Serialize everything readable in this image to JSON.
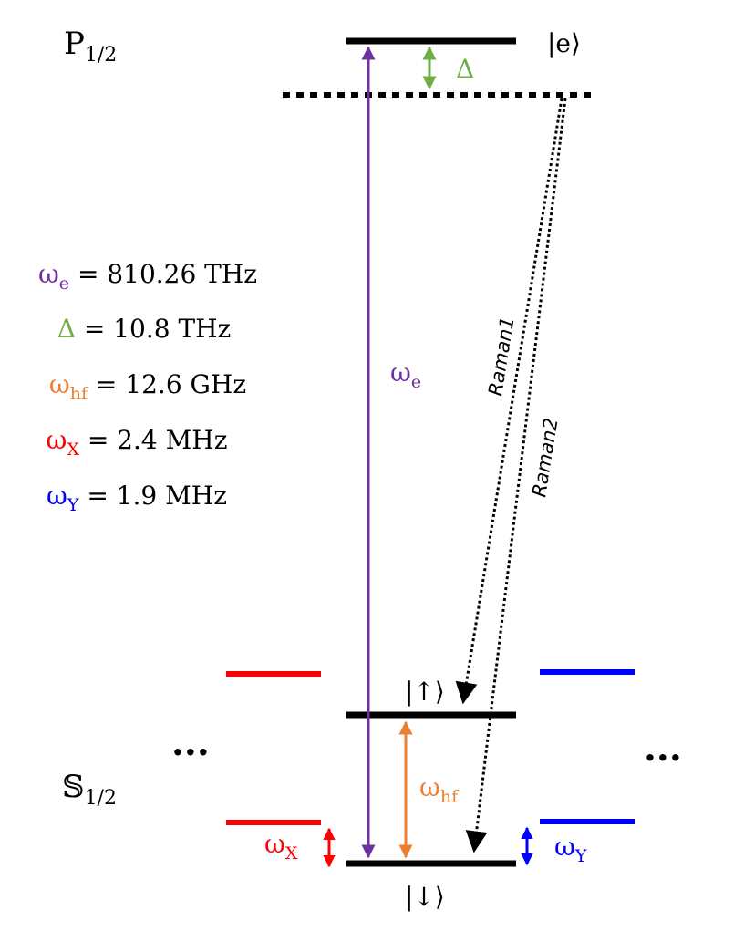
{
  "levels": {
    "p_label_main": "P",
    "p_label_sub": "1/2",
    "s_label_main": "𝕊",
    "s_label_sub": "1/2",
    "excited_ket": "|e⟩",
    "up_ket": "|↑⟩",
    "down_ket": "|↓⟩",
    "ellipsis": "..."
  },
  "transitions": {
    "omega_e_symbol": "ω",
    "omega_e_sub": "e",
    "delta_symbol": "Δ",
    "omega_hf_symbol": "ω",
    "omega_hf_sub": "hf",
    "omega_x_symbol": "ω",
    "omega_x_sub": "X",
    "omega_y_symbol": "ω",
    "omega_y_sub": "Y",
    "raman1": "Raman1",
    "raman2": "Raman2"
  },
  "legend": [
    {
      "symbol": "ω",
      "sub": "e",
      "value": " = 810.26 THz"
    },
    {
      "symbol": "Δ",
      "sub": "",
      "value": " = 10.8 THz"
    },
    {
      "symbol": "ω",
      "sub": "hf",
      "value": " = 12.6 GHz"
    },
    {
      "symbol": "ω",
      "sub": "X",
      "value": " = 2.4 MHz"
    },
    {
      "symbol": "ω",
      "sub": "Y",
      "value": " = 1.9 MHz"
    }
  ],
  "colors": {
    "omega_e": "#7030a0",
    "delta": "#70ad47",
    "omega_hf": "#ed7d31",
    "omega_x": "#ff0000",
    "omega_y": "#0000ff",
    "level": "#000000"
  }
}
